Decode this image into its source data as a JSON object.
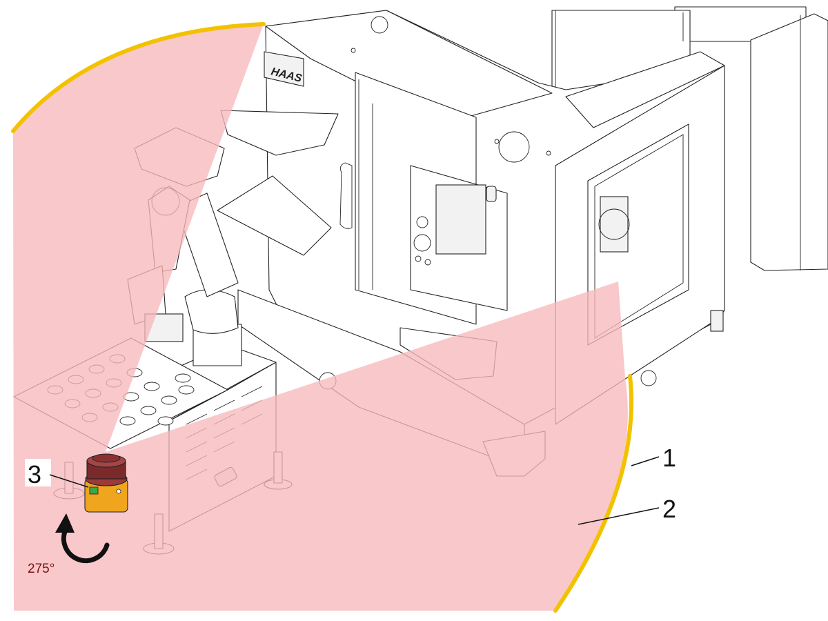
{
  "figure": {
    "callouts": [
      {
        "id": "1",
        "label": "1"
      },
      {
        "id": "2",
        "label": "2"
      },
      {
        "id": "3",
        "label": "3"
      }
    ],
    "rotation_label": "275°",
    "logo_text": "HAAS"
  },
  "colors": {
    "safety_zone_fill": "#f7b9bd",
    "boundary_line": "#f2c200",
    "scanner_body": "#f0a51e",
    "scanner_head": "#7a2a2a",
    "scanner_indicator": "#38a84a",
    "rotation_arrow": "#111111",
    "line_art": "#222222"
  }
}
